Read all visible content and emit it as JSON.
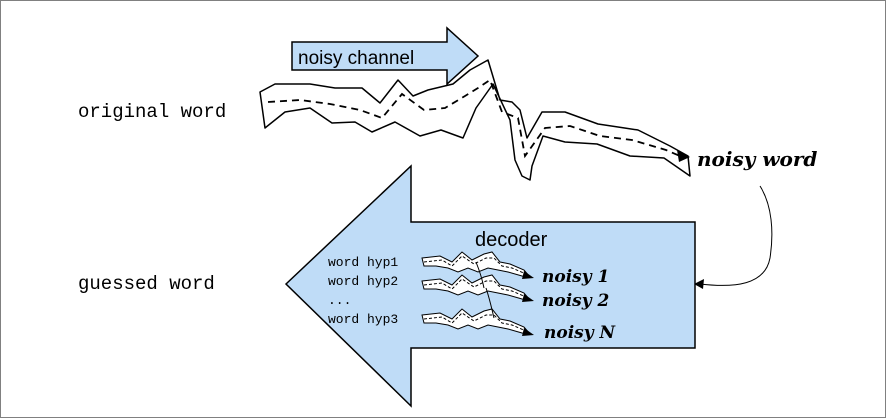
{
  "labels": {
    "channel": "noisy channel",
    "original": "original word",
    "noisy": "noisy word",
    "decoder": "decoder",
    "guessed": "guessed word"
  },
  "hypotheses": [
    "word hyp1",
    "word hyp2",
    "...",
    "word hyp3"
  ],
  "noisy_outputs": [
    "noisy 1",
    "noisy 2",
    "noisy N"
  ],
  "colors": {
    "arrow_fill": "#bfdcf7",
    "stroke": "#000000",
    "channel_fill": "#ffffff"
  }
}
